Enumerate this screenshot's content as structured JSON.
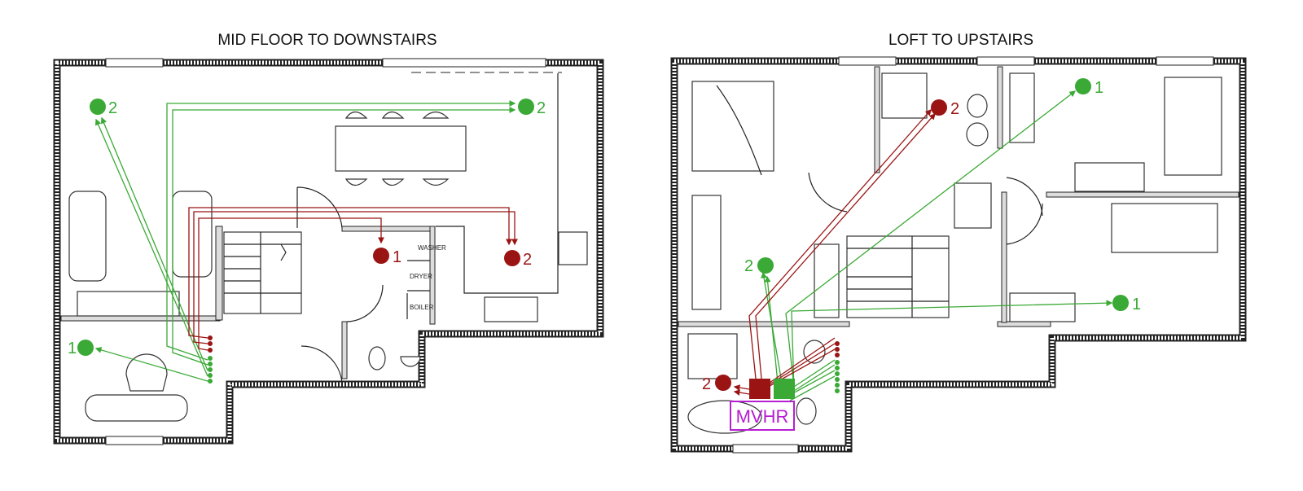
{
  "plans": [
    {
      "title": "MID FLOOR TO DOWNSTAIRS",
      "labels": {
        "washer": "WASHER",
        "dryer": "DRYER",
        "boiler": "BOILER"
      },
      "markers": {
        "supply_lounge": "2",
        "supply_dining": "2",
        "supply_study": "1",
        "extract_utility": "1",
        "extract_kitchen": "2"
      }
    },
    {
      "title": "LOFT TO UPSTAIRS",
      "labels": {
        "mvhr": "MVHR"
      },
      "markers": {
        "supply_bed_front": "1",
        "supply_bed_rear": "1",
        "supply_bed_left": "2",
        "extract_ensuite": "2",
        "extract_bathroom": "2"
      }
    }
  ],
  "colors": {
    "supply": "#3aa935",
    "extract": "#9b1414",
    "mvhr": "#b61fd1"
  }
}
